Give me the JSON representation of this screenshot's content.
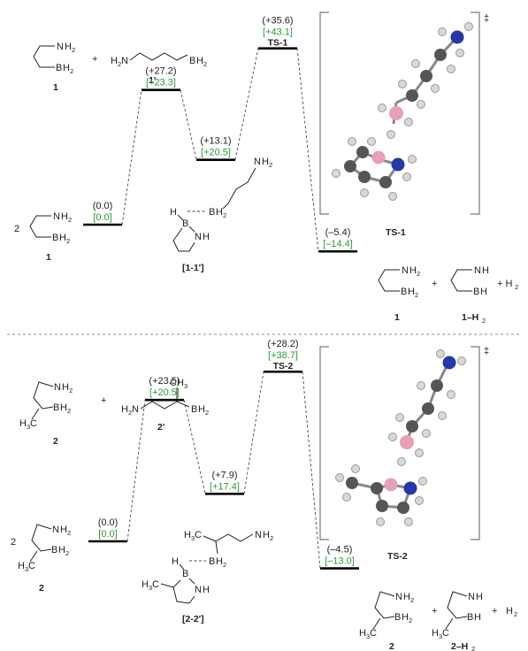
{
  "panels": [
    {
      "id": "top",
      "reactant": {
        "compound": "1",
        "link_id": "1'",
        "plus": "+"
      },
      "levels": [
        {
          "energy": "(0.0)",
          "energy_alt": "[0.0]"
        },
        {
          "energy": "(+27.2)",
          "energy_alt": "[+23.3]"
        },
        {
          "energy": "(+13.1)",
          "energy_alt": "[+20.5]"
        },
        {
          "energy": "(+35.6)",
          "energy_alt": "[+43.1]",
          "label": "TS-1"
        },
        {
          "energy": "(–5.4)",
          "energy_alt": "[–14.4]"
        }
      ],
      "start": {
        "coef": "2",
        "compound": "1"
      },
      "complex_label": "[1-1']",
      "ts_caption": "TS-1",
      "ts_mark": "‡",
      "products": {
        "p1": "1",
        "p2": "1–H",
        "p2_sub": "2",
        "plus": "+",
        "h2": "+ H",
        "h2_sub": "2"
      }
    },
    {
      "id": "bottom",
      "reactant": {
        "compound": "2",
        "link_id": "2'",
        "plus": "+"
      },
      "levels": [
        {
          "energy": "(0.0)",
          "energy_alt": "[0.0]"
        },
        {
          "energy": "(+23.5)",
          "energy_alt": "[+20.5]"
        },
        {
          "energy": "(+7.9)",
          "energy_alt": "[+17.4]"
        },
        {
          "energy": "(+28.2)",
          "energy_alt": "[+38.7]",
          "label": "TS-2"
        },
        {
          "energy": "(–4.5)",
          "energy_alt": "[–13.0]"
        }
      ],
      "start": {
        "coef": "2",
        "compound": "2"
      },
      "complex_label": "[2-2']",
      "ts_caption": "TS-2",
      "ts_mark": "‡",
      "products": {
        "p1": "2",
        "p2": "2–H",
        "p2_sub": "2",
        "plus1": "+",
        "plus2": "+",
        "h2": "H",
        "h2_sub": "2"
      }
    }
  ],
  "atoms": {
    "N": "N",
    "B": "B",
    "H": "H",
    "C": "C",
    "sub2": "2",
    "sub3": "3"
  },
  "colors": {
    "level": "#000000",
    "alt_energy": "#2e9a3a",
    "text": "#222222",
    "carbon": "#555555",
    "hydrogen": "#d8d8d8",
    "boron": "#e8a0b4",
    "nitrogen": "#2438a8"
  }
}
